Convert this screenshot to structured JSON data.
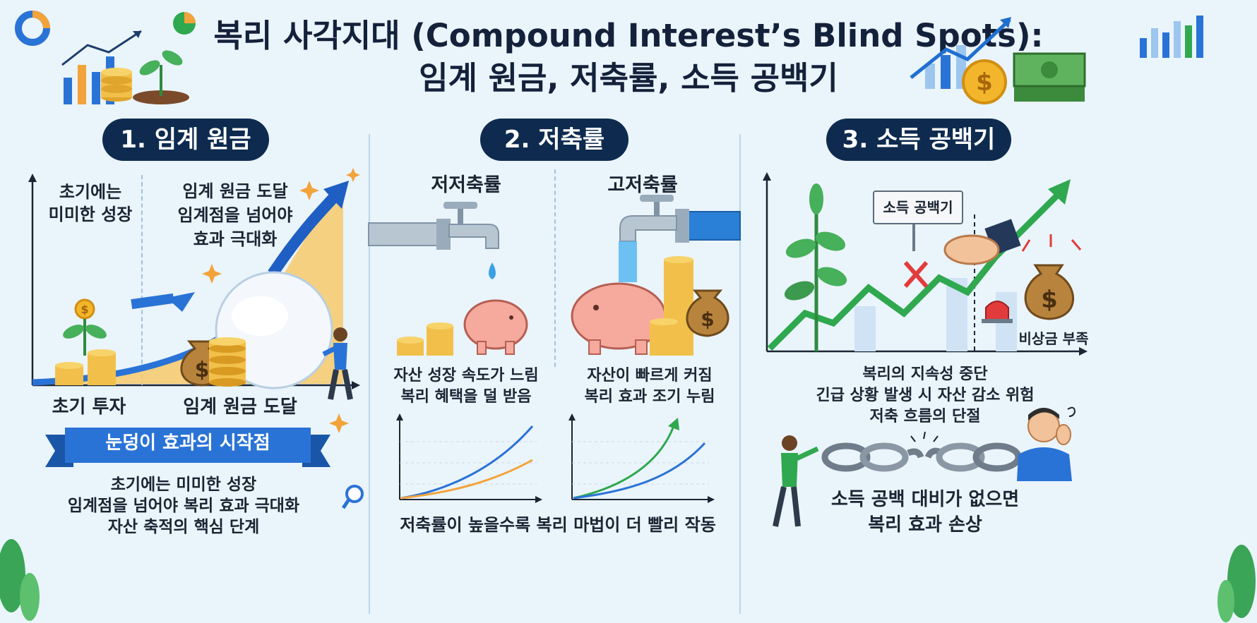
{
  "title": {
    "line1": "복리 사각지대 (Compound Interest’s Blind Spots):",
    "line2": "임계 원금, 저축률, 소득 공백기"
  },
  "section1": {
    "heading": "1. 임계 원금",
    "top_left": [
      "초기에는",
      "미미한 성장"
    ],
    "top_right": [
      "임계 원금 도달",
      "임계점을 넘어야",
      "효과 극대화"
    ],
    "bottom_left": "초기 투자",
    "bottom_right": "임계 원금 도달",
    "banner": "눈덩이 효과의 시작점",
    "summary": [
      "초기에는 미미한 성장",
      "임계점을 넘어야 복리 효과 극대화",
      "자산 축적의 핵심 단계"
    ]
  },
  "section2": {
    "heading": "2. 저축률",
    "low_label": "저저축률",
    "high_label": "고저축률",
    "low_desc": [
      "자산 성장 속도가 느림",
      "복리 혜택을 덜 받음"
    ],
    "high_desc": [
      "자산이 빠르게 커짐",
      "복리 효과 조기 누림"
    ],
    "summary": "저축률이 높을수록 복리 마법이 더 빨리 작동"
  },
  "section3": {
    "heading": "3. 소득 공백기",
    "sign": "소득 공백기",
    "emergency": "비상금 부족",
    "desc": [
      "복리의 지속성 중단",
      "긴급 상황 발생 시 자산 감소 위험",
      "저축 흐름의 단절"
    ],
    "summary": [
      "소득 공백 대비가 없으면",
      "복리 효과 손상"
    ]
  },
  "colors": {
    "navy": "#0e2b4f",
    "blue": "#1f6fd1",
    "green": "#2fa84f",
    "orange": "#f0a030",
    "gold": "#e8b33a",
    "red": "#e23b3b"
  }
}
